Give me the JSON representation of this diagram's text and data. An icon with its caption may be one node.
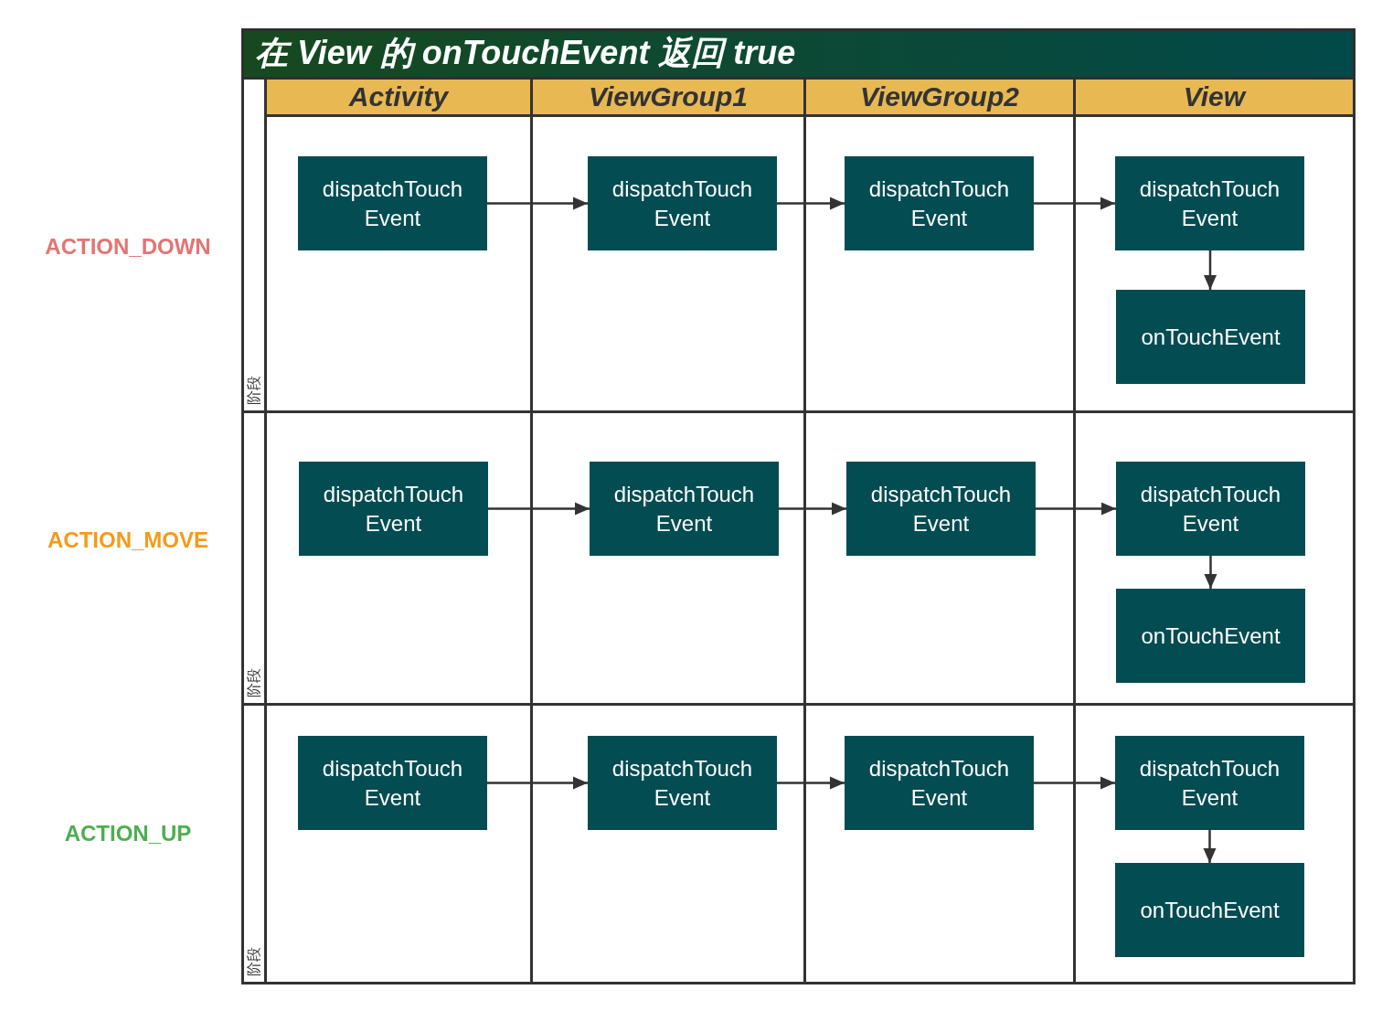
{
  "diagram": {
    "title": "在 View 的 onTouchEvent 返回 true",
    "nodes": [
      {
        "text": [
          "阶段"
        ],
        "beside": [
          "ACTION_DOWN"
        ]
      },
      {
        "text": [
          "阶段"
        ],
        "beside": [
          "ACTION_MOVE"
        ]
      },
      {
        "text": [
          "阶段"
        ],
        "beside": [
          "ACTION_UP"
        ]
      },
      {
        "text": [
          "Activity"
        ]
      },
      {
        "text": [
          "dispatchTouch Event"
        ],
        "in": 3
      },
      {
        "text": [
          "dispatchTouch Event"
        ],
        "in": 3
      },
      {
        "text": [
          "dispatchTouch Event"
        ],
        "in": 3
      },
      {
        "text": [
          "ViewGroup1"
        ]
      },
      {
        "text": [
          "dispatchTouch Event"
        ],
        "in": 7
      },
      {
        "text": [
          "dispatchTouch Event"
        ],
        "in": 7
      },
      {
        "text": [
          "dispatchTouch Event"
        ],
        "in": 7
      },
      {
        "text": [
          "ViewGroup2"
        ]
      },
      {
        "text": [
          "dispatchTouch Event"
        ],
        "in": 11
      },
      {
        "text": [
          "dispatchTouch Event"
        ],
        "in": 11
      },
      {
        "text": [
          "dispatchTouch Event"
        ],
        "in": 11
      },
      {
        "text": [
          "View"
        ]
      },
      {
        "text": [
          "dispatchTouch Event"
        ],
        "in": 15
      },
      {
        "text": [
          "onTouchEvent"
        ],
        "in": 15
      },
      {
        "text": [
          "dispatchTouch Event"
        ],
        "in": 15
      },
      {
        "text": [
          "onTouchEvent"
        ],
        "in": 15
      },
      {
        "text": [
          "dispatchTouch Event"
        ],
        "in": 15
      },
      {
        "text": [
          "onTouchEvent"
        ],
        "in": 15
      }
    ],
    "edges": [
      {
        "from": 4,
        "to": 8,
        "arrow": "to"
      },
      {
        "from": 8,
        "to": 12,
        "arrow": "to"
      },
      {
        "from": 12,
        "to": 16,
        "arrow": "to"
      },
      {
        "from": 16,
        "to": 17,
        "arrow": "to"
      },
      {
        "from": 5,
        "to": 9,
        "arrow": "to"
      },
      {
        "from": 9,
        "to": 13,
        "arrow": "to"
      },
      {
        "from": 13,
        "to": 18,
        "arrow": "to"
      },
      {
        "from": 18,
        "to": 19,
        "arrow": "to"
      },
      {
        "from": 6,
        "to": 10,
        "arrow": "to"
      },
      {
        "from": 10,
        "to": 14,
        "arrow": "to"
      },
      {
        "from": 14,
        "to": 20,
        "arrow": "to"
      },
      {
        "from": 20,
        "to": 21,
        "arrow": "to"
      }
    ]
  }
}
